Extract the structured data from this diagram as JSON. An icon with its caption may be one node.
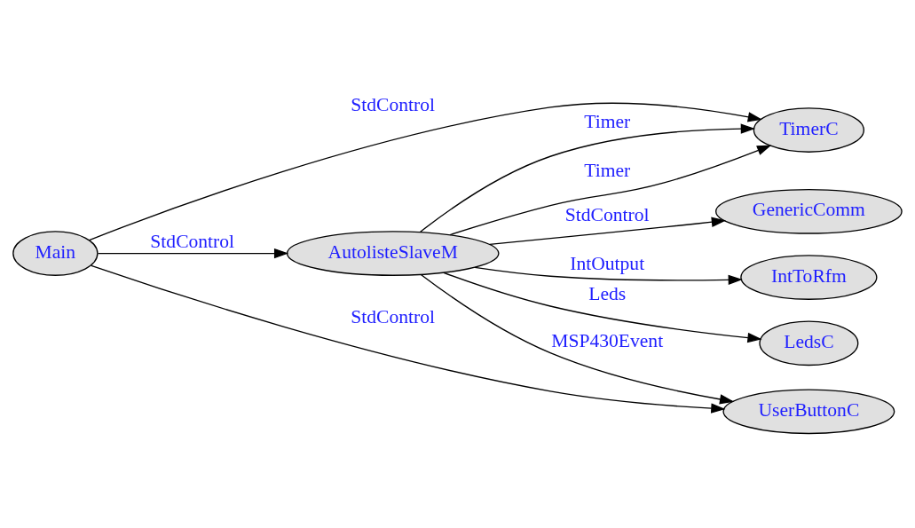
{
  "diagram": {
    "nodes": [
      {
        "text": [
          "Main"
        ]
      },
      {
        "text": [
          "AutolisteSlaveM"
        ]
      },
      {
        "text": [
          "GenericComm"
        ]
      },
      {
        "text": [
          "IntToRfm"
        ]
      },
      {
        "text": [
          "LedsC"
        ]
      },
      {
        "text": [
          "TimerC"
        ]
      },
      {
        "text": [
          "UserButtonC"
        ]
      }
    ],
    "edges": [
      {
        "from": 0,
        "to": 1,
        "arrow": "to",
        "label": "StdControl"
      },
      {
        "from": 1,
        "to": 2,
        "arrow": "to",
        "label": "StdControl"
      },
      {
        "from": 1,
        "to": 3,
        "arrow": "to",
        "label": "IntOutput"
      },
      {
        "from": 1,
        "to": 4,
        "arrow": "to",
        "label": "Leds"
      },
      {
        "from": 1,
        "to": 5,
        "arrow": "to",
        "label": "Timer"
      },
      {
        "from": 1,
        "to": 5,
        "arrow": "to",
        "label": "Timer"
      },
      {
        "from": 1,
        "to": 6,
        "arrow": "to",
        "label": "MSP430Event"
      },
      {
        "from": 0,
        "to": 5,
        "arrow": "to",
        "label": "StdControl"
      },
      {
        "from": 0,
        "to": 6,
        "arrow": "to",
        "label": "StdControl"
      }
    ]
  }
}
